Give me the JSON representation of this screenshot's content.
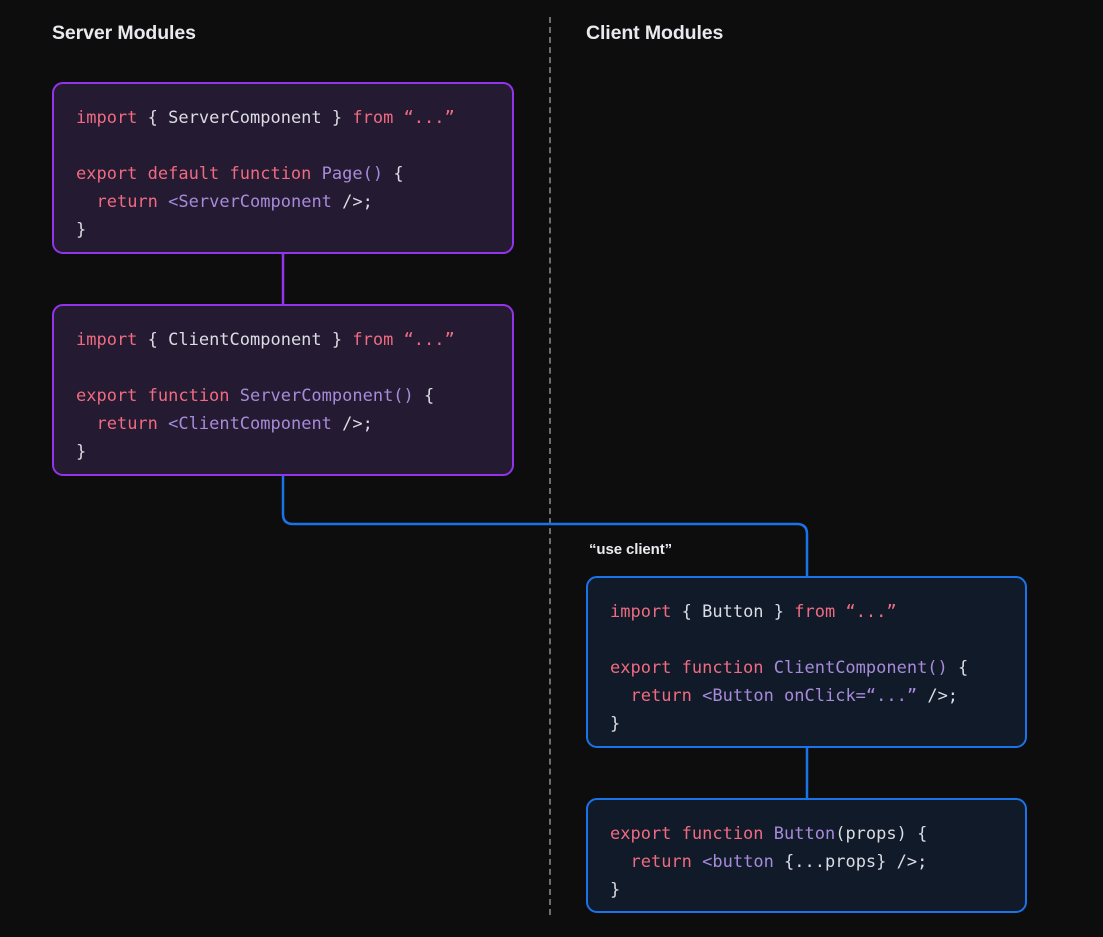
{
  "diagram": {
    "title": "Server Modules and Client Modules boundary diagram",
    "background_color": "#0d0d0d",
    "divider": {
      "name": "module-boundary",
      "style": "dashed",
      "color": "#6e6e6e"
    }
  },
  "columns": {
    "server": {
      "heading": "Server Modules",
      "accent_color": "#9333ea",
      "block_background": "#241a31"
    },
    "client": {
      "heading": "Client Modules",
      "accent_color": "#1a73e8",
      "block_background": "#101a28",
      "directive_label": "“use client”"
    }
  },
  "token_colors": {
    "keyword": "#ef6b81",
    "string": "#ef6b81",
    "plain": "#dcdce4",
    "component": "#a78bda"
  },
  "code_blocks": [
    {
      "id": "block-page",
      "side": "server",
      "module": "Page",
      "lines": [
        [
          {
            "t": "import",
            "c": "kw"
          },
          {
            "t": " { ServerComponent } ",
            "c": "plain"
          },
          {
            "t": "from",
            "c": "kw"
          },
          {
            "t": " ",
            "c": "plain"
          },
          {
            "t": "“...”",
            "c": "str"
          }
        ],
        [],
        [
          {
            "t": "export default function",
            "c": "kw"
          },
          {
            "t": " ",
            "c": "plain"
          },
          {
            "t": "Page()",
            "c": "comp"
          },
          {
            "t": " {",
            "c": "plain"
          }
        ],
        [
          {
            "t": "  ",
            "c": "plain"
          },
          {
            "t": "return",
            "c": "kw"
          },
          {
            "t": " ",
            "c": "plain"
          },
          {
            "t": "<ServerComponent",
            "c": "comp"
          },
          {
            "t": " />;",
            "c": "plain"
          }
        ],
        [
          {
            "t": "}",
            "c": "plain"
          }
        ]
      ]
    },
    {
      "id": "block-servercomp",
      "side": "server",
      "module": "ServerComponent",
      "lines": [
        [
          {
            "t": "import",
            "c": "kw"
          },
          {
            "t": " { ClientComponent } ",
            "c": "plain"
          },
          {
            "t": "from",
            "c": "kw"
          },
          {
            "t": " ",
            "c": "plain"
          },
          {
            "t": "“...”",
            "c": "str"
          }
        ],
        [],
        [
          {
            "t": "export function",
            "c": "kw"
          },
          {
            "t": " ",
            "c": "plain"
          },
          {
            "t": "ServerComponent()",
            "c": "comp"
          },
          {
            "t": " {",
            "c": "plain"
          }
        ],
        [
          {
            "t": "  ",
            "c": "plain"
          },
          {
            "t": "return",
            "c": "kw"
          },
          {
            "t": " ",
            "c": "plain"
          },
          {
            "t": "<ClientComponent",
            "c": "comp"
          },
          {
            "t": " />;",
            "c": "plain"
          }
        ],
        [
          {
            "t": "}",
            "c": "plain"
          }
        ]
      ]
    },
    {
      "id": "block-clientcomp",
      "side": "client",
      "module": "ClientComponent",
      "lines": [
        [
          {
            "t": "import",
            "c": "kw"
          },
          {
            "t": " { Button } ",
            "c": "plain"
          },
          {
            "t": "from",
            "c": "kw"
          },
          {
            "t": " ",
            "c": "plain"
          },
          {
            "t": "“...”",
            "c": "str"
          }
        ],
        [],
        [
          {
            "t": "export function",
            "c": "kw"
          },
          {
            "t": " ",
            "c": "plain"
          },
          {
            "t": "ClientComponent()",
            "c": "comp"
          },
          {
            "t": " {",
            "c": "plain"
          }
        ],
        [
          {
            "t": "  ",
            "c": "plain"
          },
          {
            "t": "return",
            "c": "kw"
          },
          {
            "t": " ",
            "c": "plain"
          },
          {
            "t": "<Button onClick=“...”",
            "c": "comp"
          },
          {
            "t": " />;",
            "c": "plain"
          }
        ],
        [
          {
            "t": "}",
            "c": "plain"
          }
        ]
      ]
    },
    {
      "id": "block-button",
      "side": "client",
      "module": "Button",
      "lines": [
        [
          {
            "t": "export function",
            "c": "kw"
          },
          {
            "t": " ",
            "c": "plain"
          },
          {
            "t": "Button",
            "c": "comp"
          },
          {
            "t": "(props) {",
            "c": "plain"
          }
        ],
        [
          {
            "t": "  ",
            "c": "plain"
          },
          {
            "t": "return",
            "c": "kw"
          },
          {
            "t": " ",
            "c": "plain"
          },
          {
            "t": "<button",
            "c": "comp"
          },
          {
            "t": " {...props} />;",
            "c": "plain"
          }
        ],
        [
          {
            "t": "}",
            "c": "plain"
          }
        ]
      ]
    }
  ],
  "connectors": [
    {
      "name": "page-to-servercomponent",
      "color": "#9333ea",
      "from": "block-page",
      "to": "block-servercomp"
    },
    {
      "name": "servercomponent-to-clientcomponent",
      "color": "#1a73e8",
      "from": "block-servercomp",
      "to": "block-clientcomp",
      "crosses_boundary": true
    },
    {
      "name": "clientcomponent-to-button",
      "color": "#1a73e8",
      "from": "block-clientcomp",
      "to": "block-button"
    }
  ]
}
